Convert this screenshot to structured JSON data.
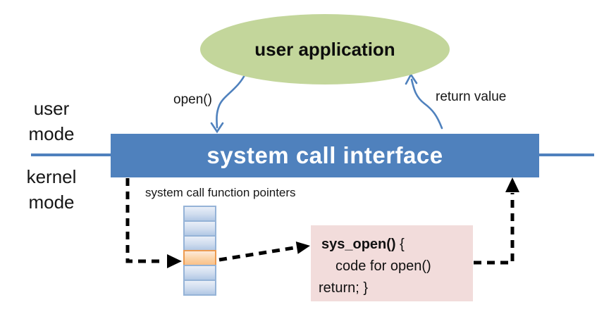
{
  "labels": {
    "user_application": "user application",
    "open_call": "open()",
    "return_value": "return value",
    "user_mode": "user mode",
    "kernel_mode": "kernel mode",
    "system_call_interface": "system call interface",
    "function_pointers_caption": "system call function pointers",
    "sys_open_signature": "sys_open()",
    "sys_open_open_brace": " {",
    "sys_open_body": "code for open()",
    "sys_open_return": "return; }"
  },
  "colors": {
    "ellipse_green": "#c3d69b",
    "interface_bar_blue": "#4f81bd",
    "mode_divider_blue": "#4f81bd",
    "call_arrow_blue": "#4f81bd",
    "pointer_cell_blue_top": "#e9eff8",
    "pointer_cell_blue_bottom": "#b2c8e5",
    "pointer_cell_border_blue": "#95b3d7",
    "pointer_cell_orange_top": "#fdeada",
    "pointer_cell_orange_bottom": "#f9c089",
    "pointer_cell_border_orange": "#ec9b51",
    "code_box_pink": "#f2dcdb",
    "dashed_arrow_black": "#000000",
    "text_black": "#111111",
    "interface_text_white": "#ffffff"
  },
  "function_pointer_table": {
    "cell_count": 6,
    "highlighted_cell_index": 3
  }
}
